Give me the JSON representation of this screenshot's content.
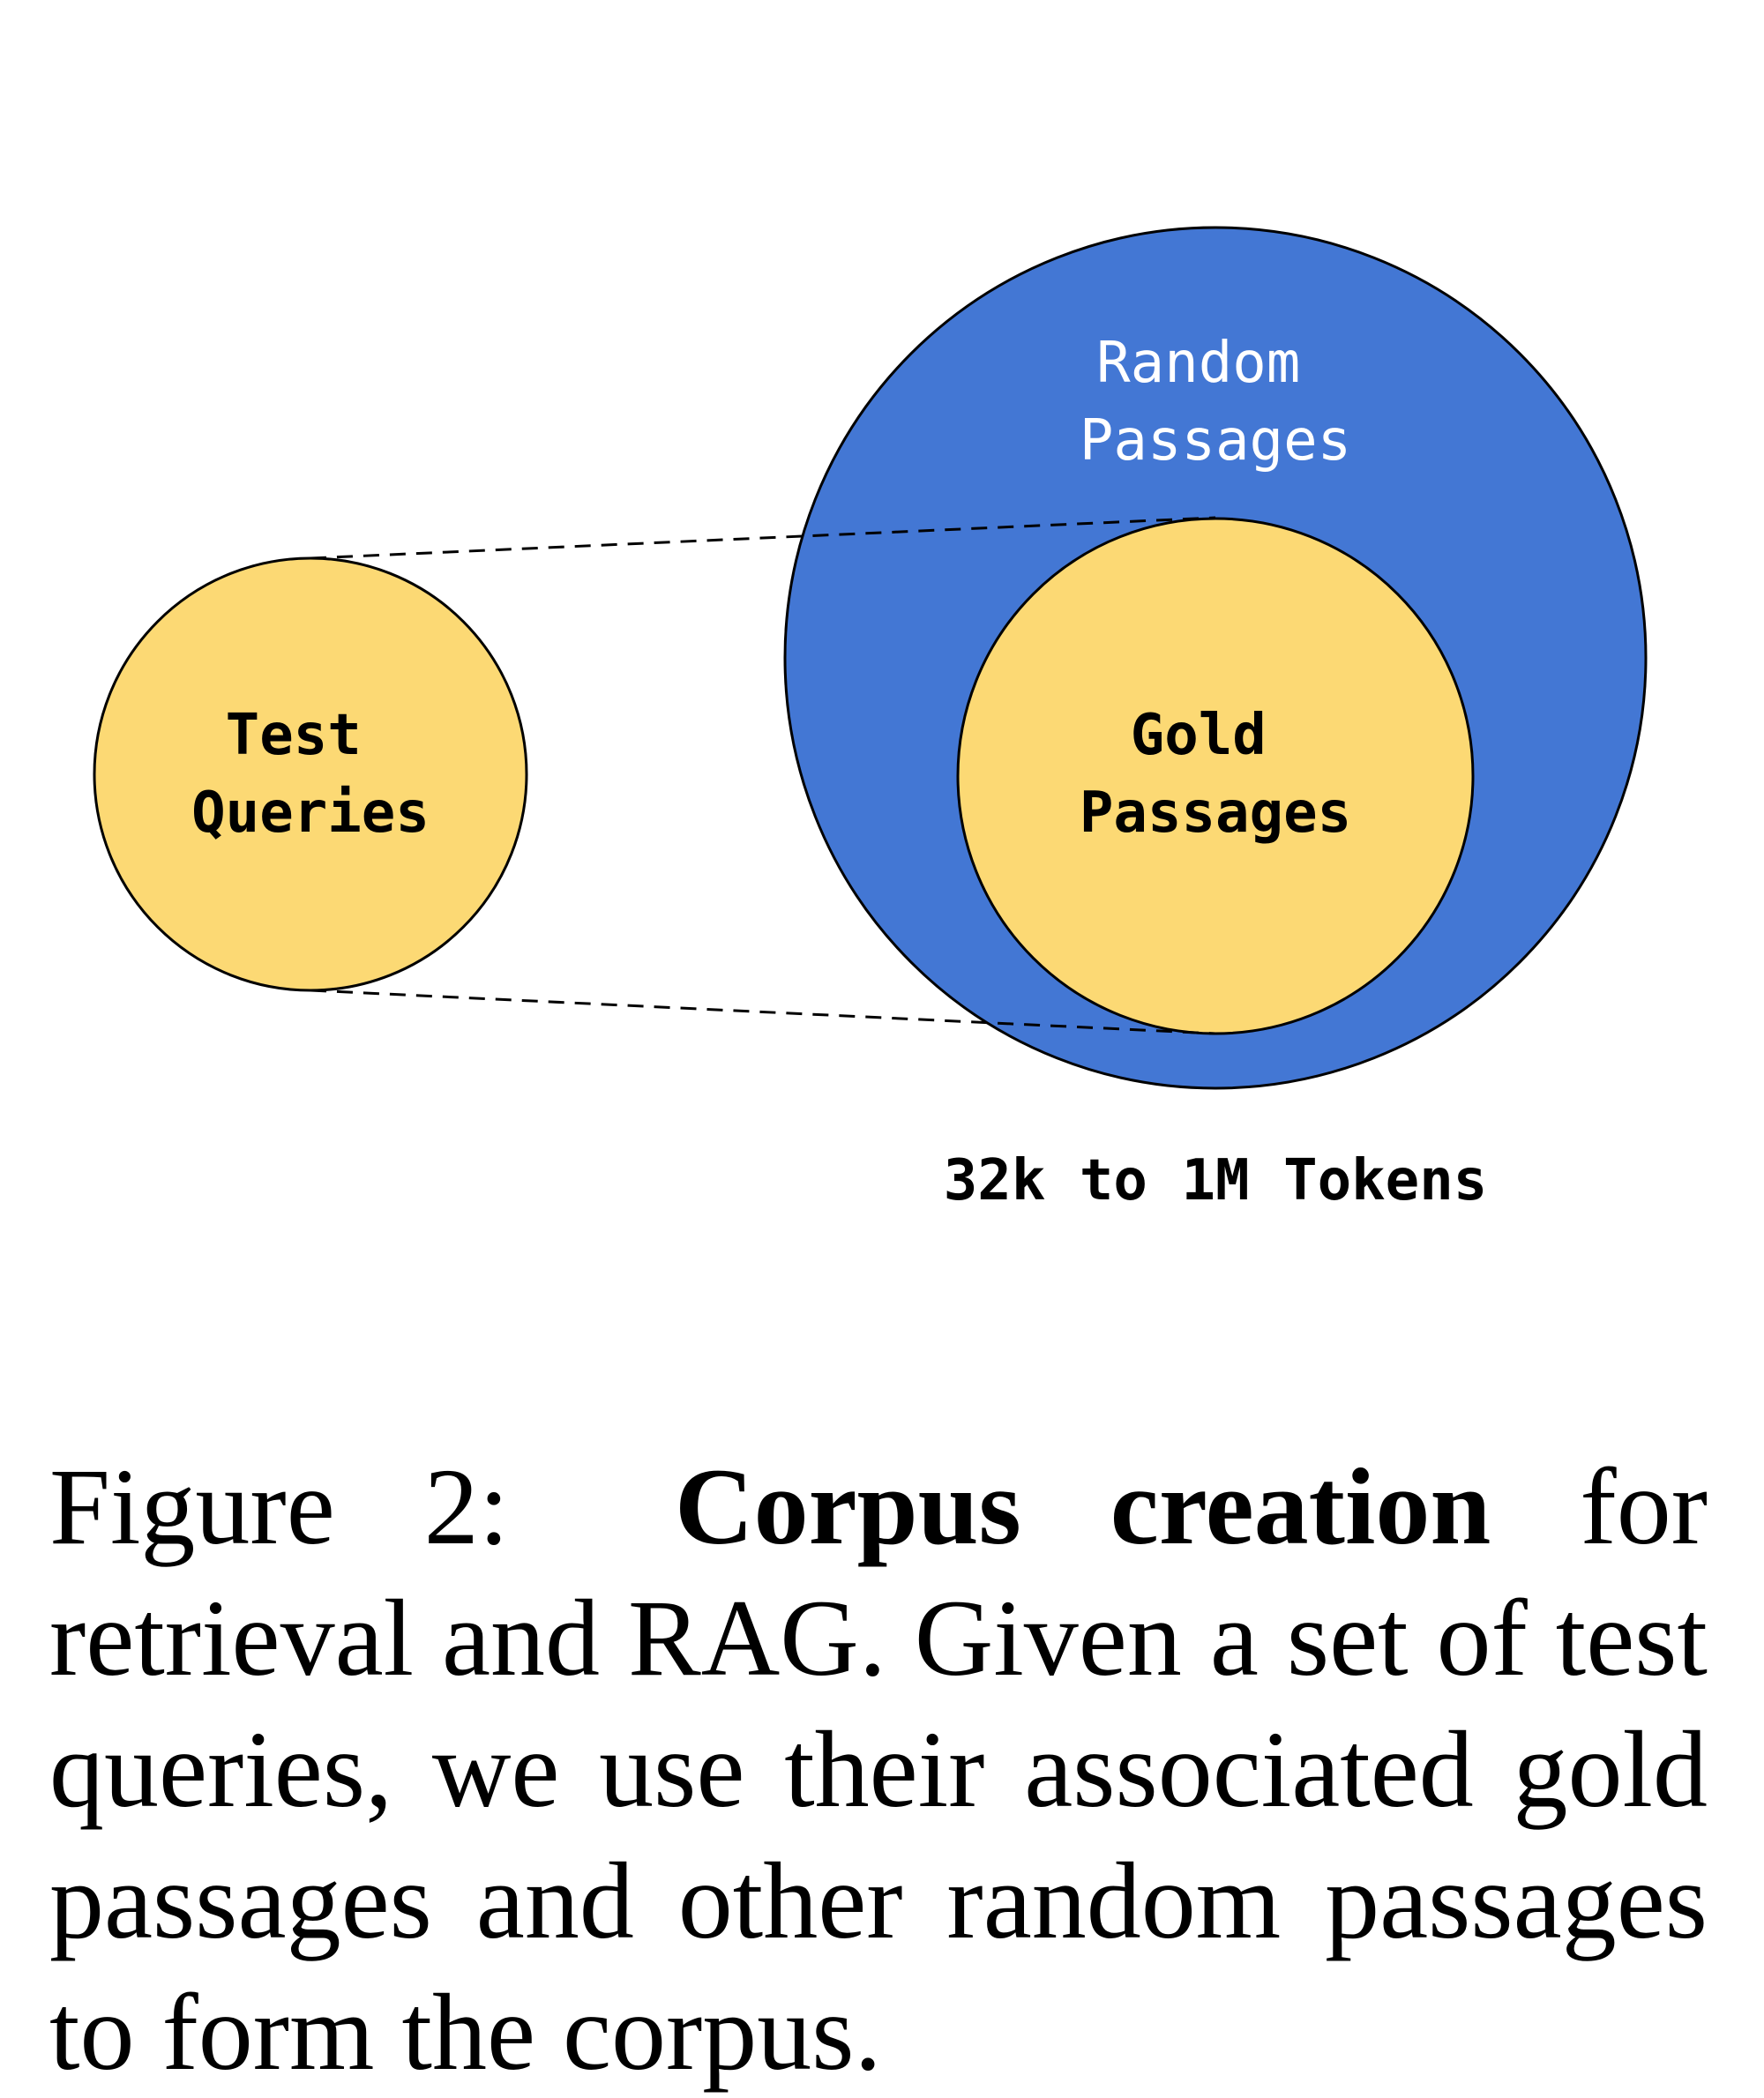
{
  "diagram": {
    "colors": {
      "outer_circle": "#4377d4",
      "inner_circle": "#fcd974",
      "query_circle": "#fcd974",
      "stroke": "#000000",
      "outer_text": "#ffffff",
      "inner_text": "#000000"
    },
    "test_queries": {
      "line1": "Test",
      "line2": "Queries"
    },
    "random_passages": {
      "line1": "Random",
      "line2": "Passages"
    },
    "gold_passages": {
      "line1": "Gold",
      "line2": "Passages"
    },
    "corpus_size": "32k to 1M Tokens"
  },
  "caption": {
    "label": "Figure 2:",
    "bold": "Corpus creation",
    "text": " for retrieval and RAG. Given a set of test queries, we use their associ­ated gold passages and other ran­dom passages to form the corpus."
  }
}
